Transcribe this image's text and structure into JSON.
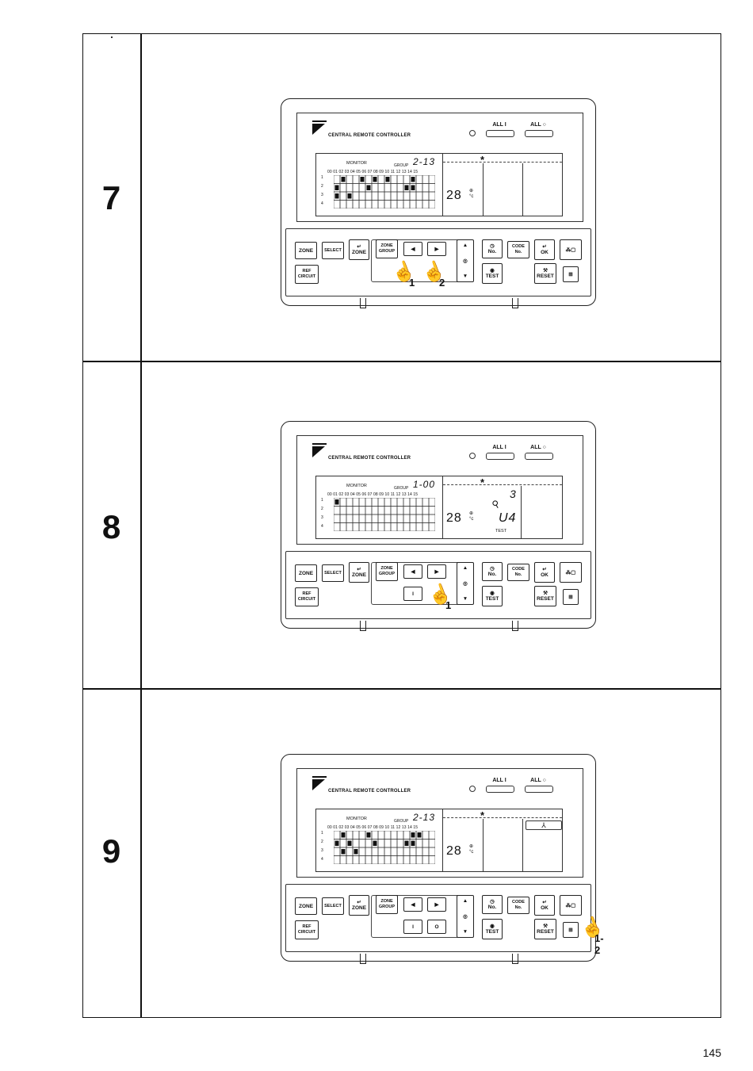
{
  "page_number": "145",
  "steps": [
    {
      "number": "7",
      "controller": {
        "brand_title": "CENTRAL REMOTE CONTROLLER",
        "all_on": "ALL I",
        "all_off": "ALL ○",
        "lcd": {
          "monitor": "MONITOR",
          "group_label": "GROUP",
          "group_value": "2-13",
          "columns": "00 01 02 03 04 05 06 07 08 09 10 11 12 13 14 15",
          "temp": "28",
          "star": "*"
        },
        "buttons": {
          "zone": "ZONE",
          "select": "SELECT",
          "zone_enter": "ZONE",
          "zone_group": "ZONE GROUP",
          "no": "No.",
          "code_no": "CODE No.",
          "ok": "OK",
          "test": "TEST",
          "reset": "RESET",
          "ref_circuit": "REF CIRCUIT"
        },
        "callouts": [
          "1",
          "2"
        ]
      }
    },
    {
      "number": "8",
      "controller": {
        "brand_title": "CENTRAL REMOTE CONTROLLER",
        "all_on": "ALL I",
        "all_off": "ALL ○",
        "lcd": {
          "monitor": "MONITOR",
          "group_label": "GROUP",
          "group_value": "1-00",
          "columns": "00 01 02 03 04 05 06 07 08 09 10 11 12 13 14 15",
          "temp": "28",
          "star": "*",
          "error_num": "3",
          "error_code": "U4",
          "test_label": "TEST"
        },
        "buttons": {
          "zone": "ZONE",
          "select": "SELECT",
          "zone_enter": "ZONE",
          "zone_group": "ZONE GROUP",
          "on": "I",
          "no": "No.",
          "code_no": "CODE No.",
          "ok": "OK",
          "test": "TEST",
          "reset": "RESET",
          "ref_circuit": "REF CIRCUIT"
        },
        "callouts": [
          "1"
        ]
      }
    },
    {
      "number": "9",
      "controller": {
        "brand_title": "CENTRAL REMOTE CONTROLLER",
        "all_on": "ALL I",
        "all_off": "ALL ○",
        "lcd": {
          "monitor": "MONITOR",
          "group_label": "GROUP",
          "group_value": "2-13",
          "columns": "00 01 02 03 04 05 06 07 08 09 10 11 12 13 14 15",
          "temp": "28",
          "star": "*",
          "ext_symbol": "⅄"
        },
        "buttons": {
          "zone": "ZONE",
          "select": "SELECT",
          "zone_enter": "ZONE",
          "zone_group": "ZONE GROUP",
          "on": "I",
          "off": "O",
          "no": "No.",
          "code_no": "CODE No.",
          "ok": "OK",
          "test": "TEST",
          "reset": "RESET",
          "ref_circuit": "REF CIRCUIT"
        },
        "callouts": [
          "1-2"
        ]
      }
    }
  ]
}
